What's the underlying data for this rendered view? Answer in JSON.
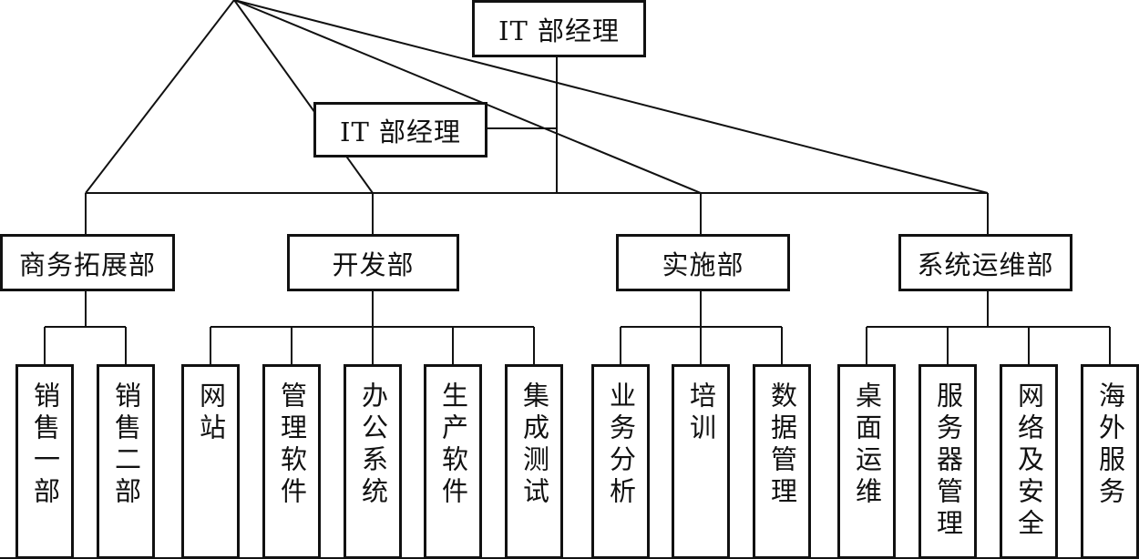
{
  "root": {
    "label": "IT 部经理"
  },
  "assistant": {
    "label": "IT 部经理"
  },
  "departments": [
    {
      "label": "商务拓展部",
      "children": [
        "销售一部",
        "销售二部"
      ]
    },
    {
      "label": "开发部",
      "children": [
        "网站",
        "管理软件",
        "办公系统",
        "生产软件",
        "集成测试"
      ]
    },
    {
      "label": "实施部",
      "children": [
        "业务分析",
        "培训",
        "数据管理"
      ]
    },
    {
      "label": "系统运维部",
      "children": [
        "桌面运维",
        "服务器管理",
        "网络及安全",
        "海外服务"
      ]
    }
  ],
  "colors": {
    "line": "#111111",
    "box_fill": "#ffffff"
  }
}
